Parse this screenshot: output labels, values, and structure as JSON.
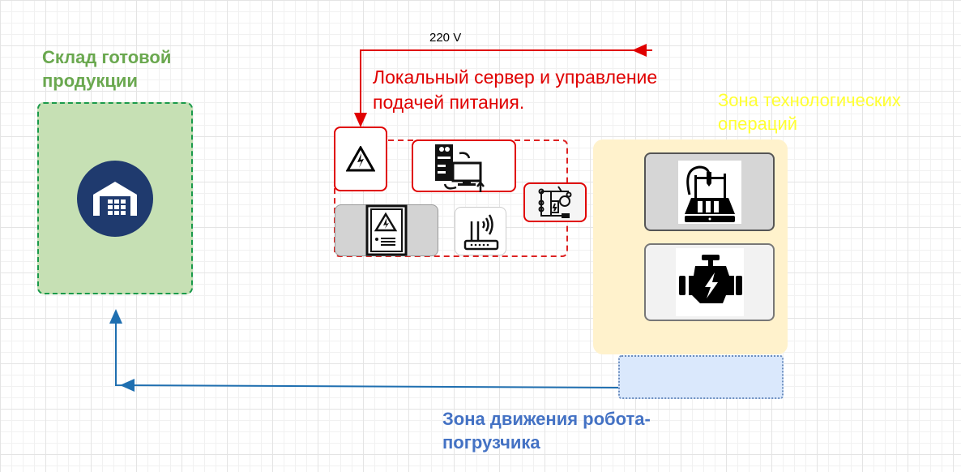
{
  "labels": {
    "warehouse": "Склад готовой продукции",
    "voltage": "220 V",
    "server_zone": "Локальный сервер и управление подачей питания.",
    "tech_zone": "Зона технологических операций",
    "robot_zone": "Зона движения робота-погрузчика"
  },
  "colors": {
    "red": "#e00000",
    "green": "#6aa84f",
    "yellow": "#ffff33",
    "blue": "#4472c4",
    "arrow_blue": "#1f6fb0"
  }
}
